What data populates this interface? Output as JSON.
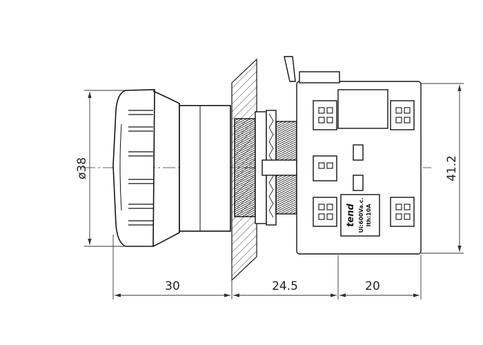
{
  "dimensions": {
    "diameter": "ø38",
    "height": "41.2",
    "length_head": "30",
    "length_mount": "24.5",
    "length_block": "20"
  },
  "label": {
    "brand": "tend",
    "voltage": "Ui:600Va.c.",
    "current": "Ith:10A"
  },
  "colors": {
    "stroke": "#111111",
    "hatch": "#444444",
    "dim_line": "#333333"
  }
}
